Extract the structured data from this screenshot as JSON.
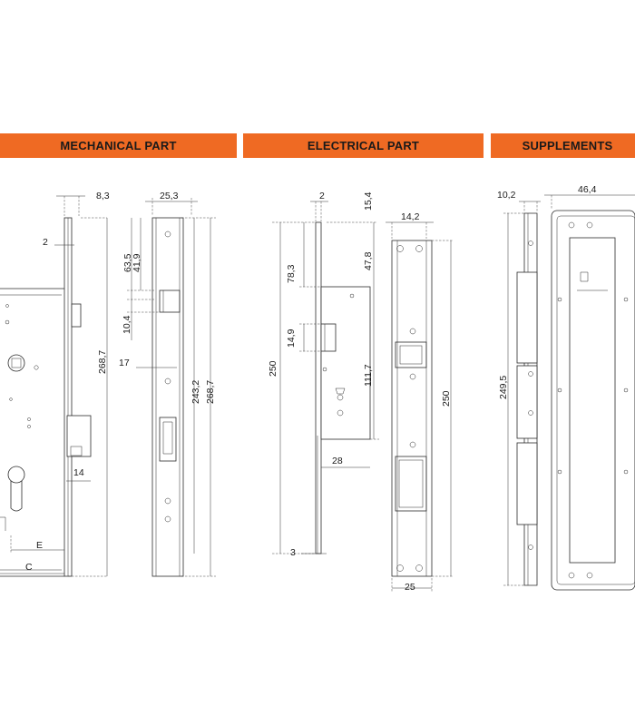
{
  "headers": {
    "mechanical": "MECHANICAL PART",
    "electrical": "ELECTRICAL PART",
    "supplements": "SUPPLEMENTS"
  },
  "colors": {
    "header_bg": "#ef6a23",
    "line": "#2b2b2b"
  },
  "mechanical": {
    "dim_8_3": "8,3",
    "dim_25_3": "25,3",
    "dim_2": "2",
    "dim_63_5": "63,5",
    "dim_41_9": "41,9",
    "dim_10_4": "10,4",
    "dim_17": "17",
    "dim_268_7_a": "268,7",
    "dim_243_2": "243,2",
    "dim_268_7_b": "268,7",
    "dim_14": "14",
    "dim_E": "E",
    "dim_C": "C"
  },
  "electrical": {
    "dim_2": "2",
    "dim_15_4": "15,4",
    "dim_14_2": "14,2",
    "dim_78_3": "78,3",
    "dim_47_8": "47,8",
    "dim_14_9": "14,9",
    "dim_250_a": "250",
    "dim_111_7": "111,7",
    "dim_250_b": "250",
    "dim_28": "28",
    "dim_3": "3",
    "dim_25": "25"
  },
  "supplements": {
    "dim_10_2": "10,2",
    "dim_46_4": "46,4",
    "dim_249_5": "249,5"
  }
}
